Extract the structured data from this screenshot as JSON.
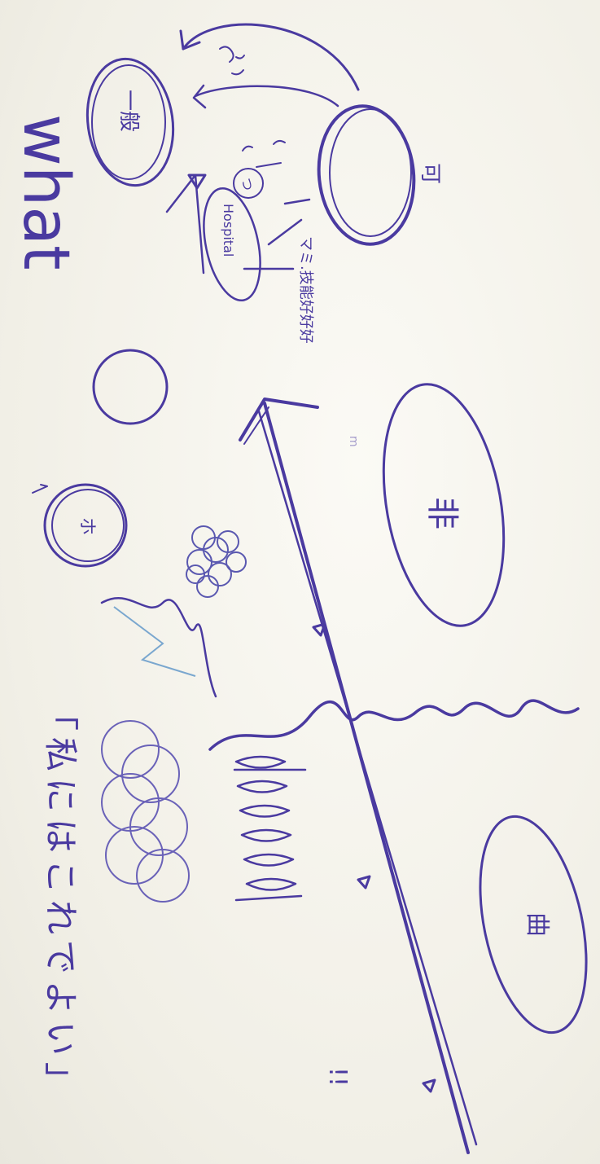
{
  "whiteboard": {
    "ink_color": "#4a3aa0",
    "paper_color": "#f6f5ee",
    "labels": {
      "what": "what",
      "top_node": "可",
      "left_node": "一般",
      "mid_caption": "マミ.技能好好好",
      "oval_inside": "Hospital",
      "small_circle": "つ",
      "circled_mark": "ホ",
      "large_oval_upper": "非",
      "large_oval_lower": "曲",
      "quote_phrase": "「私にはこれでよい」",
      "exclaim": "!!",
      "small_mark": "m"
    }
  }
}
